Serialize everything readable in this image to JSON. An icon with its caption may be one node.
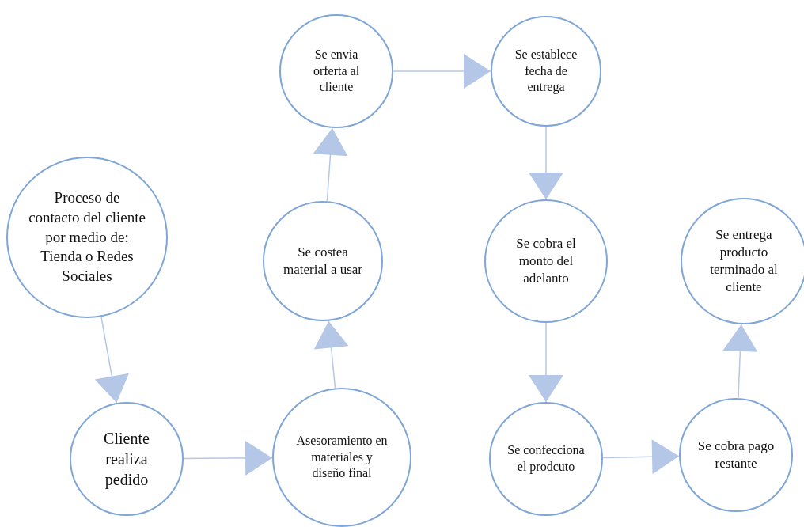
{
  "diagram": {
    "nodes": [
      {
        "text": [
          "Proceso de contacto del cliente por medio de: Tienda o Redes Sociales"
        ]
      },
      {
        "text": [
          "Cliente realiza pedido"
        ]
      },
      {
        "text": [
          "Asesoramiento en materiales y diseño final"
        ]
      },
      {
        "text": [
          "Se costea material a usar"
        ]
      },
      {
        "text": [
          "Se envia orferta al cliente"
        ]
      },
      {
        "text": [
          "Se establece fecha de entrega"
        ]
      },
      {
        "text": [
          "Se cobra el monto del adelanto"
        ]
      },
      {
        "text": [
          "Se confecciona el prodcuto"
        ]
      },
      {
        "text": [
          "Se cobra pago restante"
        ]
      },
      {
        "text": [
          "Se entrega producto terminado al cliente"
        ]
      }
    ],
    "edges": [
      {
        "from": 0,
        "to": 1,
        "arrow": "to"
      },
      {
        "from": 1,
        "to": 2,
        "arrow": "to"
      },
      {
        "from": 2,
        "to": 3,
        "arrow": "to"
      },
      {
        "from": 3,
        "to": 4,
        "arrow": "to"
      },
      {
        "from": 4,
        "to": 5,
        "arrow": "to"
      },
      {
        "from": 5,
        "to": 6,
        "arrow": "to"
      },
      {
        "from": 6,
        "to": 7,
        "arrow": "to"
      },
      {
        "from": 7,
        "to": 8,
        "arrow": "to"
      },
      {
        "from": 8,
        "to": 9,
        "arrow": "to"
      }
    ]
  }
}
